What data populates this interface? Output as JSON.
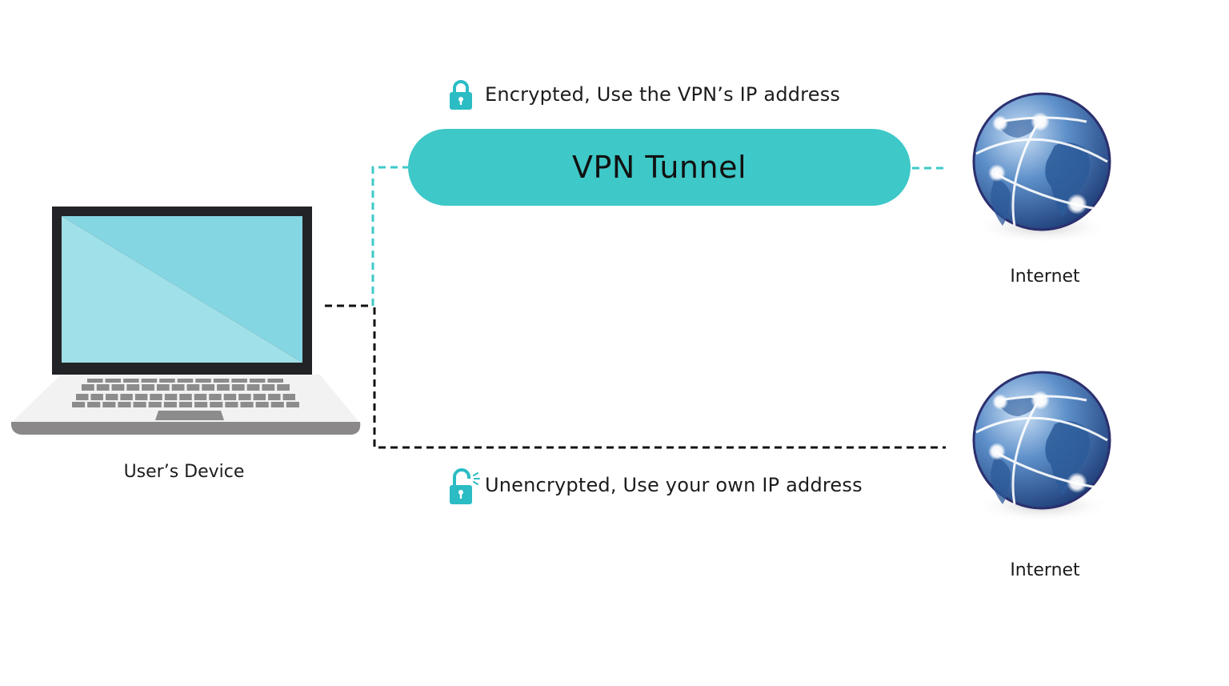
{
  "diagram": {
    "title": "VPN vs direct connection",
    "device": {
      "label": "User’s Device",
      "icon": "laptop-icon"
    },
    "tunnel": {
      "label": "VPN Tunnel"
    },
    "encrypted_path": {
      "caption": "Encrypted, Use the VPN’s IP address",
      "icon": "lock-closed-icon",
      "target_label": "Internet"
    },
    "unencrypted_path": {
      "caption": "Unencrypted, Use your own IP address",
      "icon": "lock-open-icon",
      "target_label": "Internet"
    },
    "colors": {
      "accent": "#3ec8c8",
      "lock": "#2bbcc4",
      "plain_line": "#111111",
      "screen_light": "#a0e0e8",
      "screen_dark": "#84d6e2",
      "bezel": "#222327",
      "globe": "#3a6fb0"
    }
  }
}
